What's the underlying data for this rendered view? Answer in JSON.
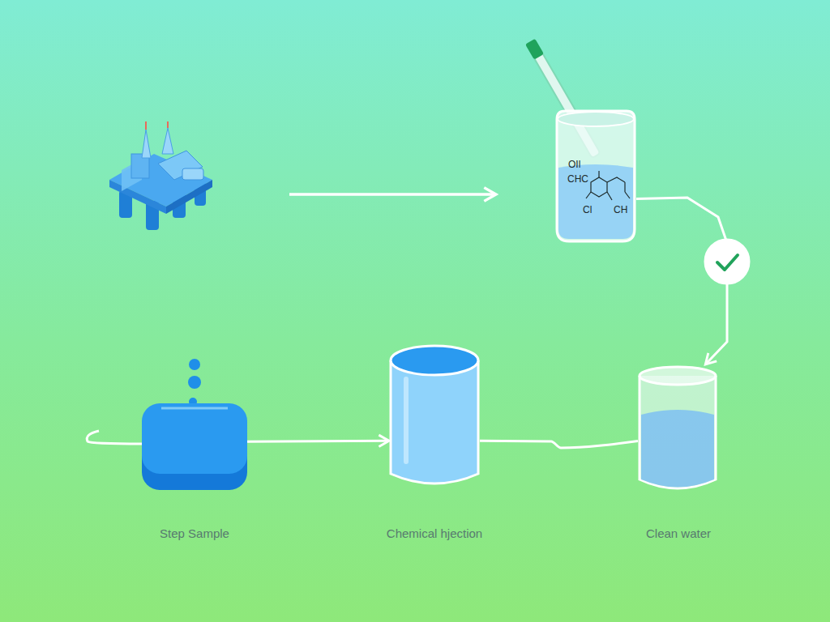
{
  "diagram": {
    "nodes": [
      {
        "text": [
          "OIl",
          "CHC",
          "Cl",
          "CH"
        ]
      },
      {
        "text": [
          "Step Sample"
        ]
      },
      {
        "text": [
          "Chemical hjection"
        ]
      },
      {
        "text": [
          "Clean water"
        ]
      }
    ],
    "edges": [
      {
        "from": 0,
        "to": 3,
        "arrow": "to"
      },
      {
        "from": 1,
        "to": 2,
        "arrow": "to"
      },
      {
        "from": 2,
        "to": 3,
        "arrow": "none"
      }
    ]
  }
}
